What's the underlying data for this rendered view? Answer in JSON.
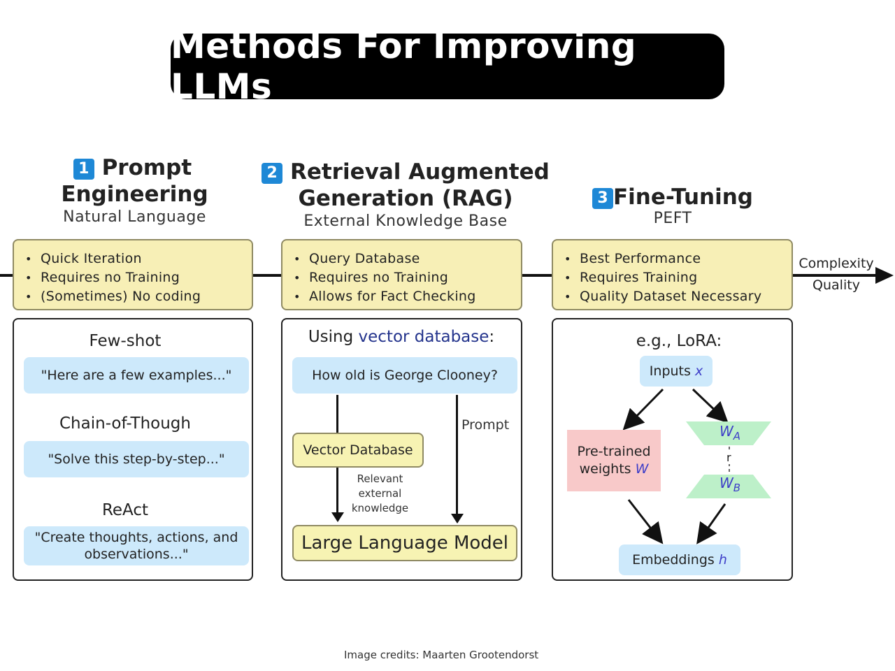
{
  "title": "Methods For Improving LLMs",
  "axis": {
    "upper": "Complexity",
    "lower": "Quality"
  },
  "sections": [
    {
      "number": "1",
      "heading_line1": "Prompt",
      "heading_line2": "Engineering",
      "subtitle": "Natural Language",
      "features": [
        "Quick Iteration",
        "Requires no Training",
        "(Sometimes) No coding"
      ],
      "examples": [
        {
          "label": "Few-shot",
          "text": "\"Here are a few examples...\""
        },
        {
          "label": "Chain-of-Though",
          "text": "\"Solve this step-by-step...\""
        },
        {
          "label": "ReAct",
          "text_line1": "\"Create thoughts, actions, and",
          "text_line2": "observations...\""
        }
      ]
    },
    {
      "number": "2",
      "heading_line1": "Retrieval Augmented",
      "heading_line2": "Generation (RAG)",
      "subtitle": "External Knowledge Base",
      "features": [
        "Query Database",
        "Requires no Training",
        "Allows for Fact Checking"
      ],
      "panel": {
        "heading_prefix": "Using ",
        "heading_highlight": "vector database",
        "heading_suffix": ":",
        "query": "How old is George Clooney?",
        "vector_db": "Vector Database",
        "prompt_label": "Prompt",
        "knowledge_label": [
          "Relevant",
          "external",
          "knowledge"
        ],
        "llm": "Large Language Model"
      }
    },
    {
      "number": "3",
      "heading_line1": "Fine-Tuning",
      "subtitle": "PEFT",
      "features": [
        "Best Performance",
        "Requires Training",
        "Quality Dataset Necessary"
      ],
      "panel": {
        "heading": "e.g., LoRA:",
        "inputs_label": "Inputs",
        "inputs_var": "x",
        "pretrained_line1": "Pre-trained",
        "pretrained_line2": "weights",
        "pretrained_var": "W",
        "wa_main": "W",
        "wa_sub": "A",
        "wb_main": "W",
        "wb_sub": "B",
        "rank_label": "r",
        "embeddings_label": "Embeddings",
        "embeddings_var": "h"
      }
    }
  ],
  "credits": "Image credits: Maarten Grootendorst",
  "colors": {
    "badge": "#1e88d6",
    "feature_fill": "#f7efb6",
    "chip_blue": "#cde9fb",
    "chip_red": "#f8c9c9",
    "trapezoid_green": "#bdf0c9",
    "highlight_blue": "#23338c"
  }
}
